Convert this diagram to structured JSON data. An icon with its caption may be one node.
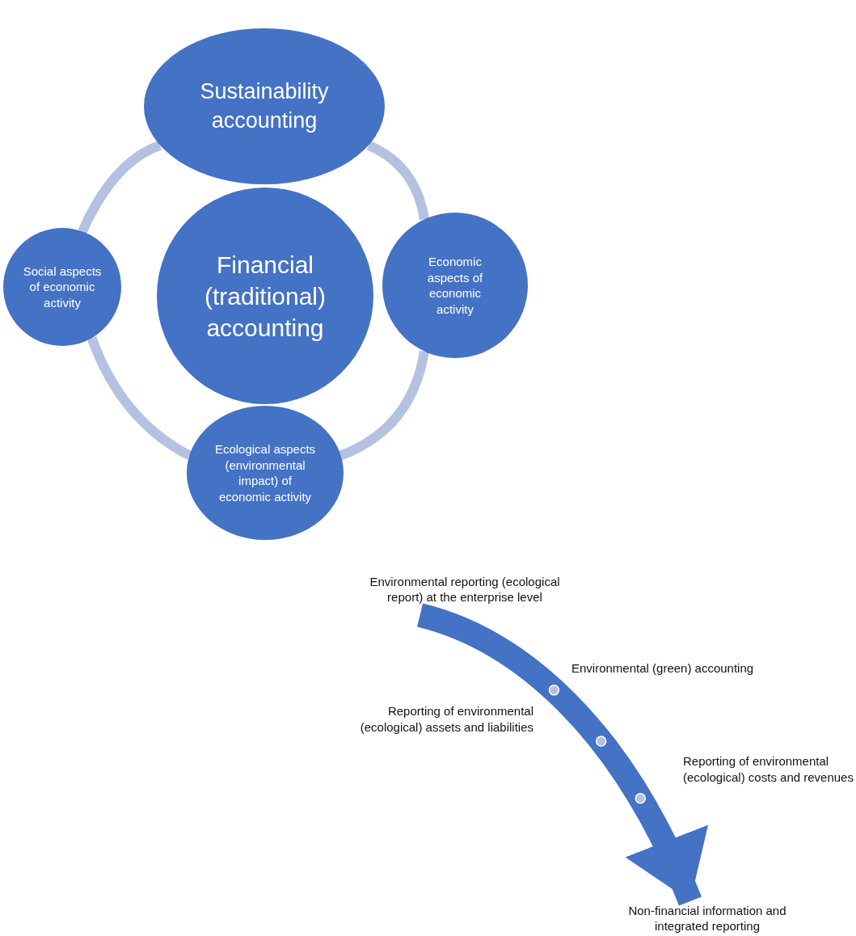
{
  "diagram": {
    "nodes": [
      {
        "text": [
          "Sustainability accounting"
        ]
      },
      {
        "text": [
          "Social aspects of economic activity"
        ]
      },
      {
        "text": [
          "Financial (traditional) accounting"
        ]
      },
      {
        "text": [
          "Economic aspects of economic activity"
        ]
      },
      {
        "text": [
          "Ecological aspects (environmental impact) of economic activity"
        ]
      },
      {
        "text": [
          "Environmental reporting (ecological report) at the enterprise level"
        ]
      },
      {
        "text": [
          "Non-financial information and integrated reporting"
        ]
      }
    ],
    "edges": [
      {
        "from": 0,
        "to": 1,
        "arrow": "none"
      },
      {
        "from": 0,
        "to": 3,
        "arrow": "none"
      },
      {
        "from": 1,
        "to": 4,
        "arrow": "none"
      },
      {
        "from": 3,
        "to": 4,
        "arrow": "none"
      },
      {
        "from": 5,
        "to": 6,
        "arrow": "to",
        "style": "thick",
        "color": "#4472c4"
      }
    ],
    "labels": [
      "Environmental (green) accounting",
      "Reporting of environmental (ecological) assets and liabilities",
      "Reporting of environmental (ecological) costs and revenues"
    ]
  }
}
